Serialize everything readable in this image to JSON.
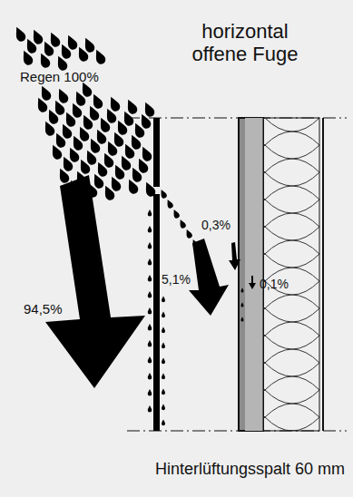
{
  "diagram": {
    "title": "horizontal offene Fuge",
    "caption": "Hinterlüftungsspalt 60 mm",
    "labels": [
      "Regen 100%",
      "94,5%",
      "5,1%",
      "0,3%",
      "0,1%"
    ]
  }
}
